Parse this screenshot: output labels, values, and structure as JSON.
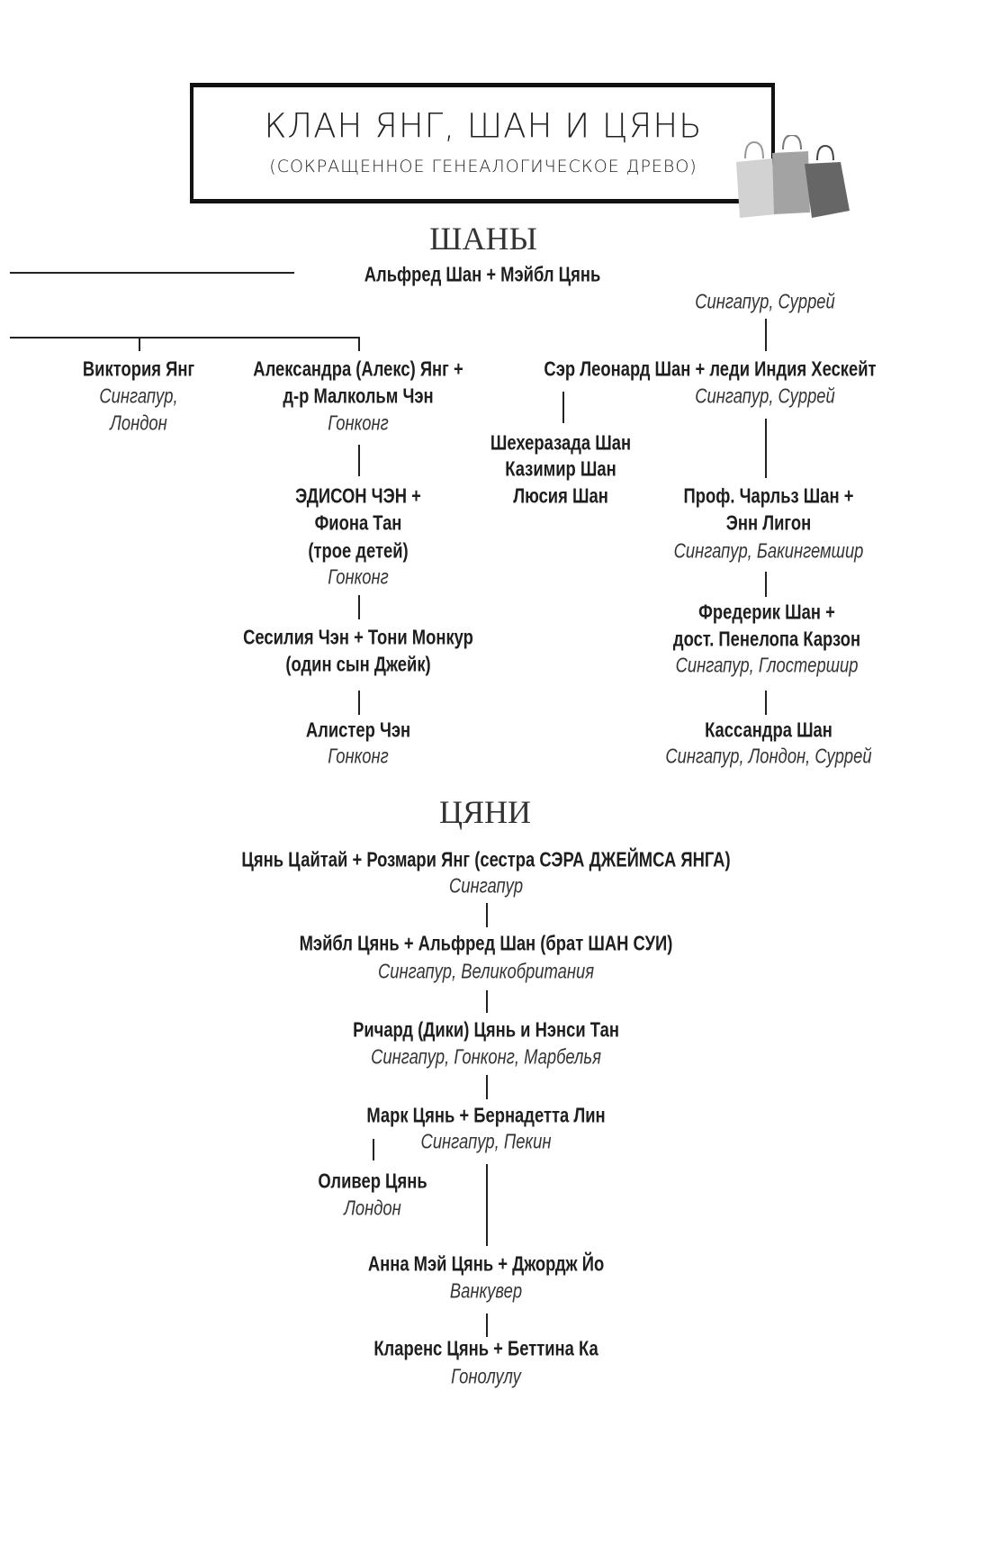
{
  "header": {
    "title": "КЛАН ЯНГ, ШАН И ЦЯНЬ",
    "subtitle": "(СОКРАЩЕННОЕ ГЕНЕАЛОГИЧЕСКОЕ ДРЕВО)",
    "icon": "shopping-bags-icon"
  },
  "shan": {
    "heading": "ШАНЫ",
    "root": {
      "name": "Альфред Шан + Мэйбл Цянь",
      "place": "Сингапур, Суррей"
    },
    "victoria": {
      "name": "Виктория Янг",
      "place1": "Сингапур,",
      "place2": "Лондон"
    },
    "alexandra": {
      "name1": "Александра (Алекс) Янг +",
      "name2": "д-р Малкольм Чэн",
      "place": "Гонконг"
    },
    "leonard": {
      "name": "Сэр Леонард Шан + леди Индия Хескейт",
      "place": "Сингапур, Суррей"
    },
    "leonard_children": [
      "Шехеразада Шан",
      "Казимир Шан",
      "Люсия Шан"
    ],
    "edison": {
      "name1": "ЭДИСОН ЧЭН +",
      "name2": "Фиона Тан",
      "note": "(трое детей)",
      "place": "Гонконг"
    },
    "cecilia": {
      "name": "Сесилия Чэн + Тони Монкур",
      "note": "(один сын Джейк)"
    },
    "alistair": {
      "name": "Алистер Чэн",
      "place": "Гонконг"
    },
    "charles": {
      "name1": "Проф. Чарльз Шан +",
      "name2": "Энн Лигон",
      "place": "Сингапур, Бакингемшир"
    },
    "frederick": {
      "name1": "Фредерик Шан +",
      "name2": "дост. Пенелопа Карзон",
      "place": "Сингапур, Глостершир"
    },
    "cassandra": {
      "name": "Кассандра Шан",
      "place": "Сингапур, Лондон, Суррей"
    }
  },
  "tsyan": {
    "heading": "ЦЯНИ",
    "generations": [
      {
        "name": "Цянь Цайтай + Розмари Янг (сестра СЭРА ДЖЕЙМСА ЯНГА)",
        "place": "Сингапур"
      },
      {
        "name": "Мэйбл Цянь + Альфред Шан (брат ШАН СУИ)",
        "place": "Сингапур, Великобритания"
      },
      {
        "name": "Ричард (Дики) Цянь и Нэнси Тан",
        "place": "Сингапур, Гонконг, Марбелья"
      },
      {
        "name": "Марк Цянь + Бернадетта Лин",
        "place": "Сингапур, Пекин"
      },
      {
        "name": "Анна Мэй Цянь + Джордж Йо",
        "place": "Ванкувер"
      },
      {
        "name": "Кларенс Цянь + Беттина Ка",
        "place": "Гонолулу"
      }
    ],
    "oliver": {
      "name": "Оливер Цянь",
      "place": "Лондон"
    }
  }
}
